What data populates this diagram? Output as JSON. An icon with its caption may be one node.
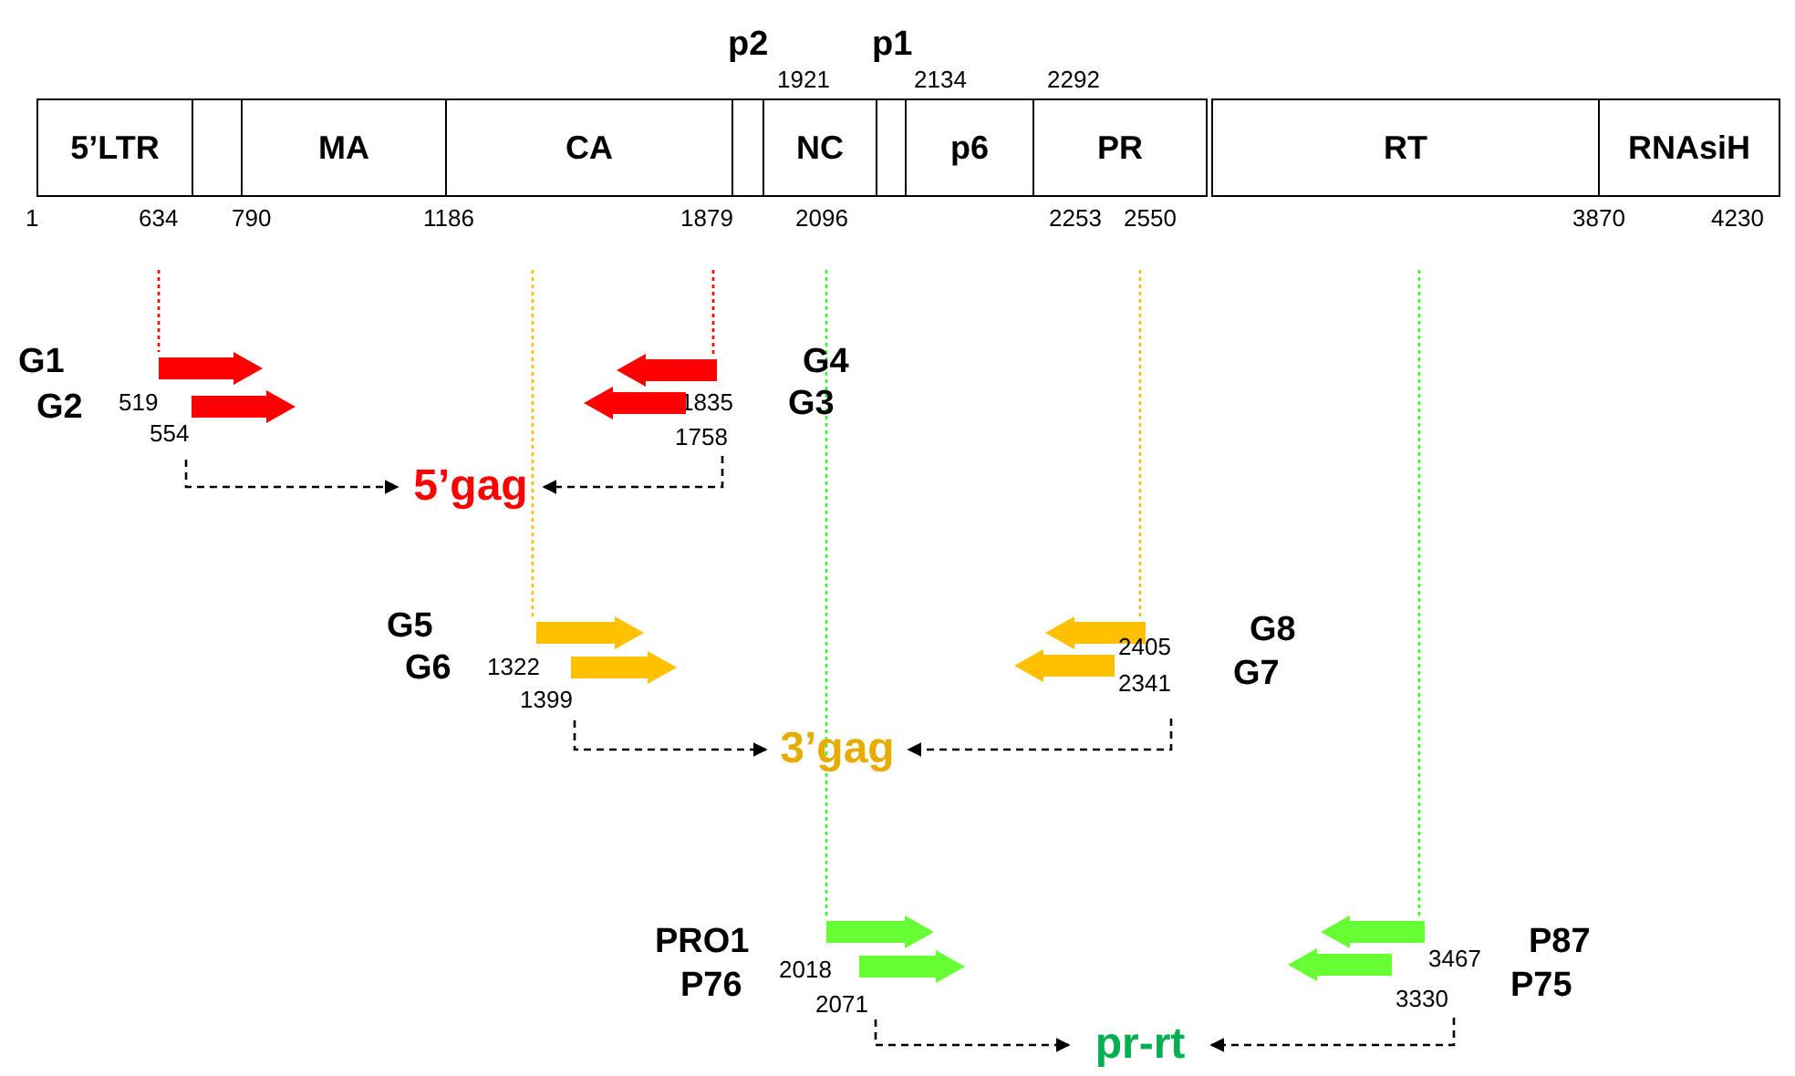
{
  "diagram": {
    "nodes": [
      {
        "text": [
          "5’LTR"
        ]
      },
      {
        "text": [],
        "shape": "box"
      },
      {
        "text": [
          "MA"
        ]
      },
      {
        "text": [
          "CA"
        ]
      },
      {
        "text": [
          "p2"
        ]
      },
      {
        "text": [
          "NC"
        ]
      },
      {
        "text": [
          "p1"
        ]
      },
      {
        "text": [
          "p6"
        ]
      },
      {
        "text": [
          "PR"
        ]
      },
      {
        "text": [
          "RT"
        ]
      },
      {
        "text": [
          "RNAsiH"
        ]
      },
      {
        "text": [],
        "shape": "arrow",
        "beside": [
          "G1",
          "519"
        ]
      },
      {
        "text": [],
        "shape": "arrow",
        "beside": [
          "G2",
          "554"
        ]
      },
      {
        "text": [],
        "shape": "arrow",
        "beside": [
          "G4",
          "1835"
        ]
      },
      {
        "text": [],
        "shape": "arrow",
        "beside": [
          "G3",
          "1758"
        ]
      },
      {
        "text": [
          "5’gag"
        ]
      },
      {
        "text": [],
        "shape": "arrow",
        "beside": [
          "G5",
          "1322"
        ]
      },
      {
        "text": [],
        "shape": "arrow",
        "beside": [
          "G6",
          "1399"
        ]
      },
      {
        "text": [],
        "shape": "arrow",
        "beside": [
          "G8",
          "2405"
        ]
      },
      {
        "text": [],
        "shape": "arrow",
        "beside": [
          "G7",
          "2341"
        ]
      },
      {
        "text": [
          "3’gag"
        ]
      },
      {
        "text": [],
        "shape": "arrow",
        "beside": [
          "PRO1",
          "2018"
        ]
      },
      {
        "text": [],
        "shape": "arrow",
        "beside": [
          "P76",
          "2071"
        ]
      },
      {
        "text": [],
        "shape": "arrow",
        "beside": [
          "P87",
          "3467"
        ]
      },
      {
        "text": [],
        "shape": "arrow",
        "beside": [
          "P75",
          "3330"
        ]
      },
      {
        "text": [
          "pr-rt"
        ]
      }
    ],
    "edges": [
      {
        "from": 0,
        "to": 11,
        "arrow": "none",
        "style": "dashed",
        "color": "#ff0000"
      },
      {
        "from": 3,
        "to": 13,
        "arrow": "none",
        "style": "dashed",
        "color": "#ff0000"
      },
      {
        "from": 3,
        "to": 16,
        "arrow": "none",
        "style": "dashed",
        "color": "#ffc000"
      },
      {
        "from": 8,
        "to": 18,
        "arrow": "none",
        "style": "dashed",
        "color": "#ffc000"
      },
      {
        "from": 5,
        "to": 21,
        "arrow": "none",
        "style": "dashed",
        "color": "#33ff33"
      },
      {
        "from": 9,
        "to": 23,
        "arrow": "none",
        "style": "dashed",
        "color": "#33ff33"
      },
      {
        "from": 12,
        "to": 15,
        "arrow": "to",
        "style": "dashed"
      },
      {
        "from": 14,
        "to": 15,
        "arrow": "to",
        "style": "dashed"
      },
      {
        "from": 17,
        "to": 20,
        "arrow": "to",
        "style": "dashed"
      },
      {
        "from": 19,
        "to": 20,
        "arrow": "to",
        "style": "dashed"
      },
      {
        "from": 22,
        "to": 25,
        "arrow": "to",
        "style": "dashed"
      },
      {
        "from": 24,
        "to": 25,
        "arrow": "to",
        "style": "dashed"
      }
    ],
    "labels": [
      "1921",
      "2134",
      "2292",
      "1",
      "634",
      "790",
      "1186",
      "1879",
      "2096",
      "2253",
      "2550",
      "3870",
      "4230"
    ]
  }
}
